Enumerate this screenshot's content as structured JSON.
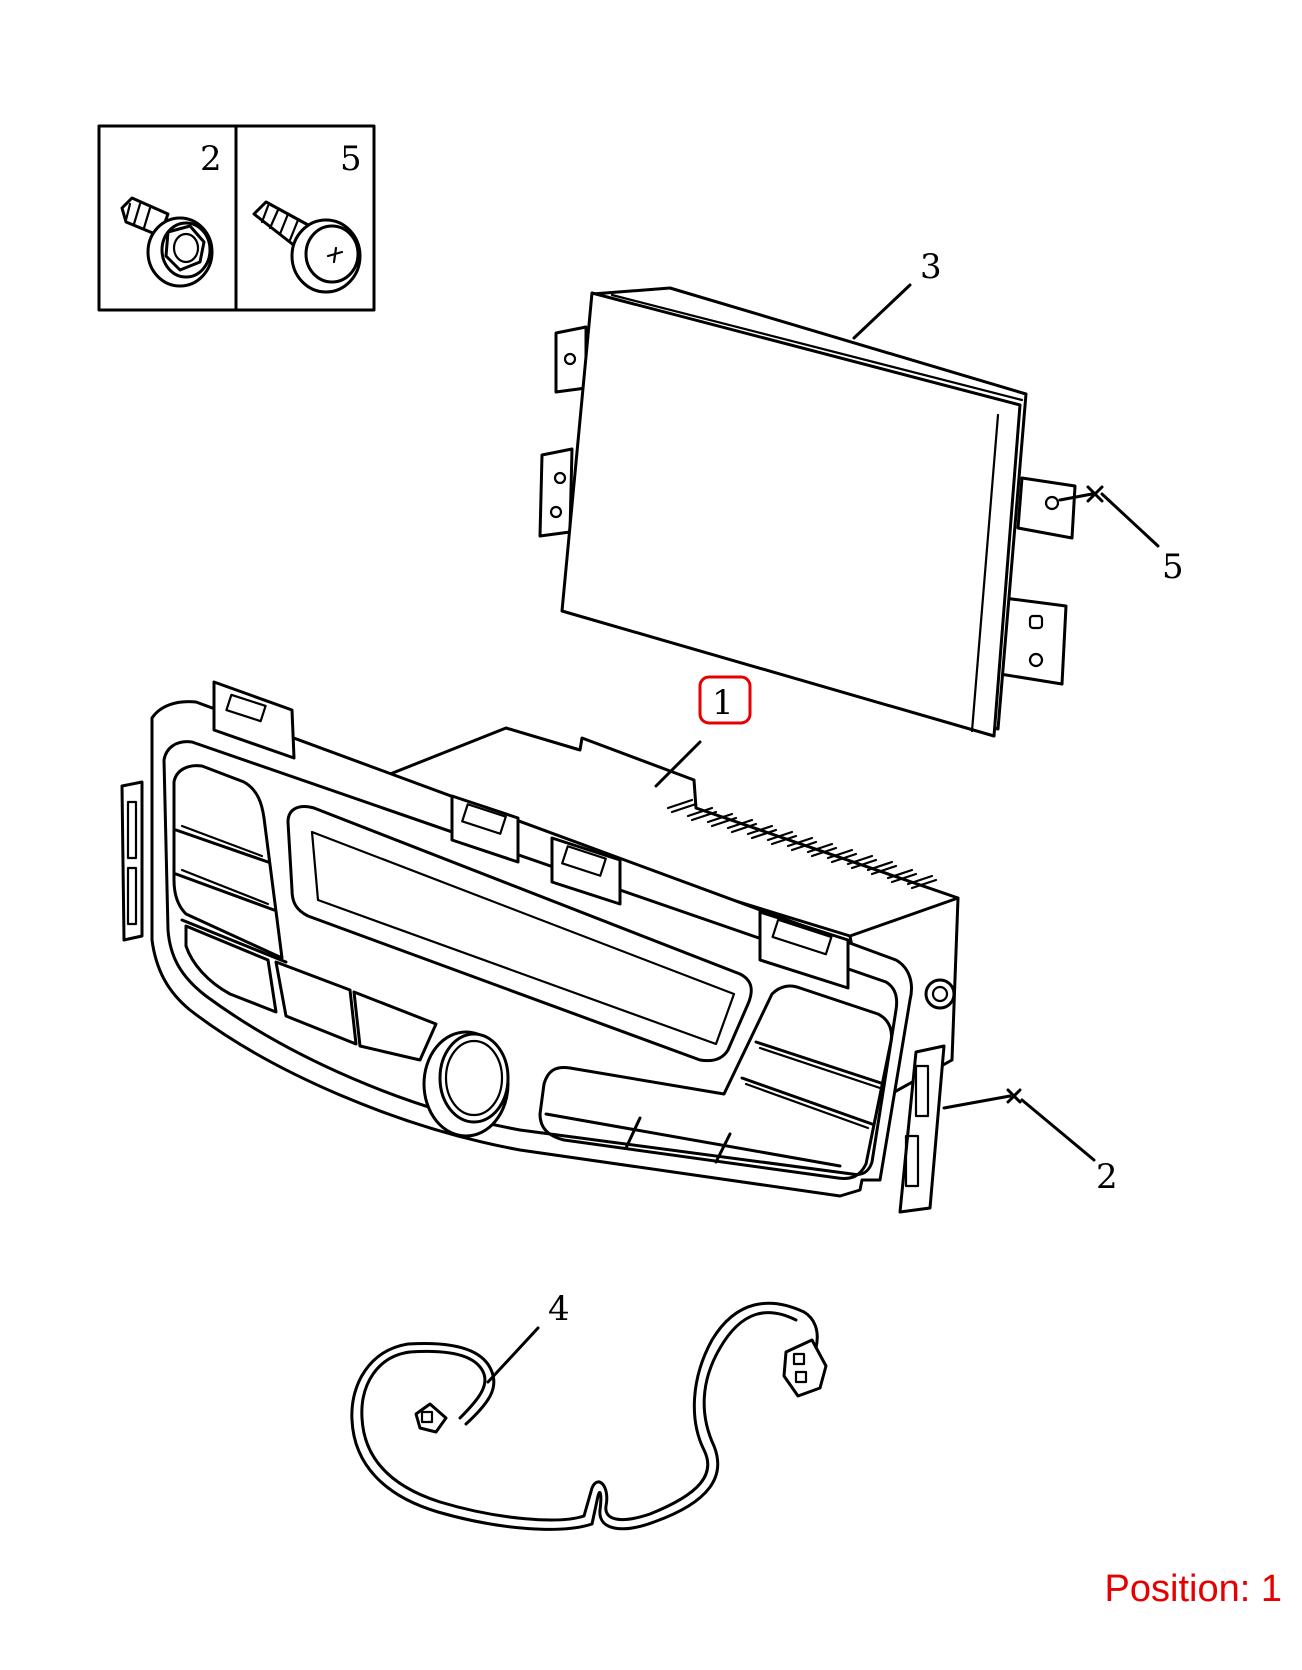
{
  "diagram": {
    "callouts": [
      {
        "id": "inset-2",
        "label": "2"
      },
      {
        "id": "inset-5",
        "label": "5"
      },
      {
        "id": "part-3",
        "label": "3"
      },
      {
        "id": "part-5",
        "label": "5"
      },
      {
        "id": "part-1",
        "label": "1"
      },
      {
        "id": "part-2",
        "label": "2"
      },
      {
        "id": "part-4",
        "label": "4"
      }
    ],
    "highlight": {
      "label": "1",
      "color": "#e60000"
    }
  },
  "position_label": "Position: 1",
  "colors": {
    "line": "#000000",
    "accent": "#e60000",
    "background": "#ffffff"
  }
}
